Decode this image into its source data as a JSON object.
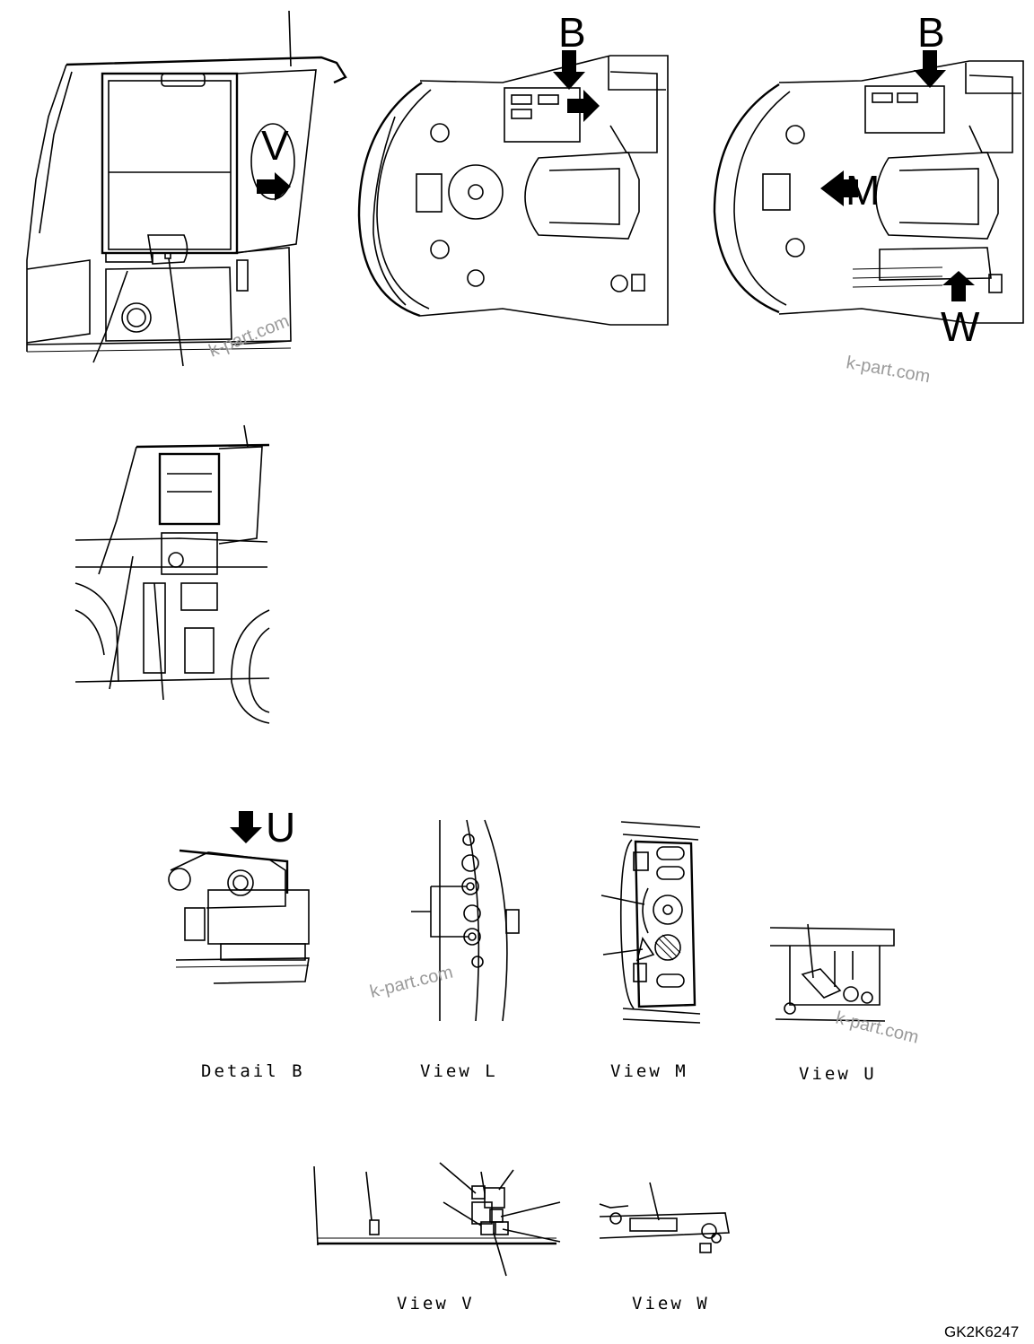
{
  "drawing_code": "GK2K6247",
  "watermark": "k-part.com",
  "letters": {
    "v": "V",
    "b1": "B",
    "b2": "B",
    "m": "M",
    "w": "W",
    "u": "U"
  },
  "captions": {
    "detail_b": "Detail B",
    "view_l": "View L",
    "view_m": "View M",
    "view_u": "View U",
    "view_v": "View V",
    "view_w": "View W"
  }
}
